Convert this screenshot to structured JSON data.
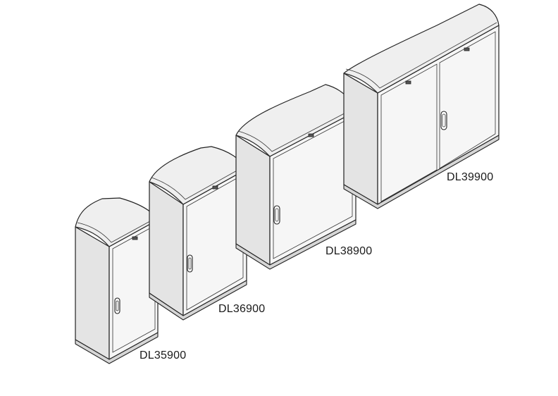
{
  "cabinets": [
    {
      "model": "DL35900"
    },
    {
      "model": "DL36900"
    },
    {
      "model": "DL38900"
    },
    {
      "model": "DL39900"
    }
  ]
}
